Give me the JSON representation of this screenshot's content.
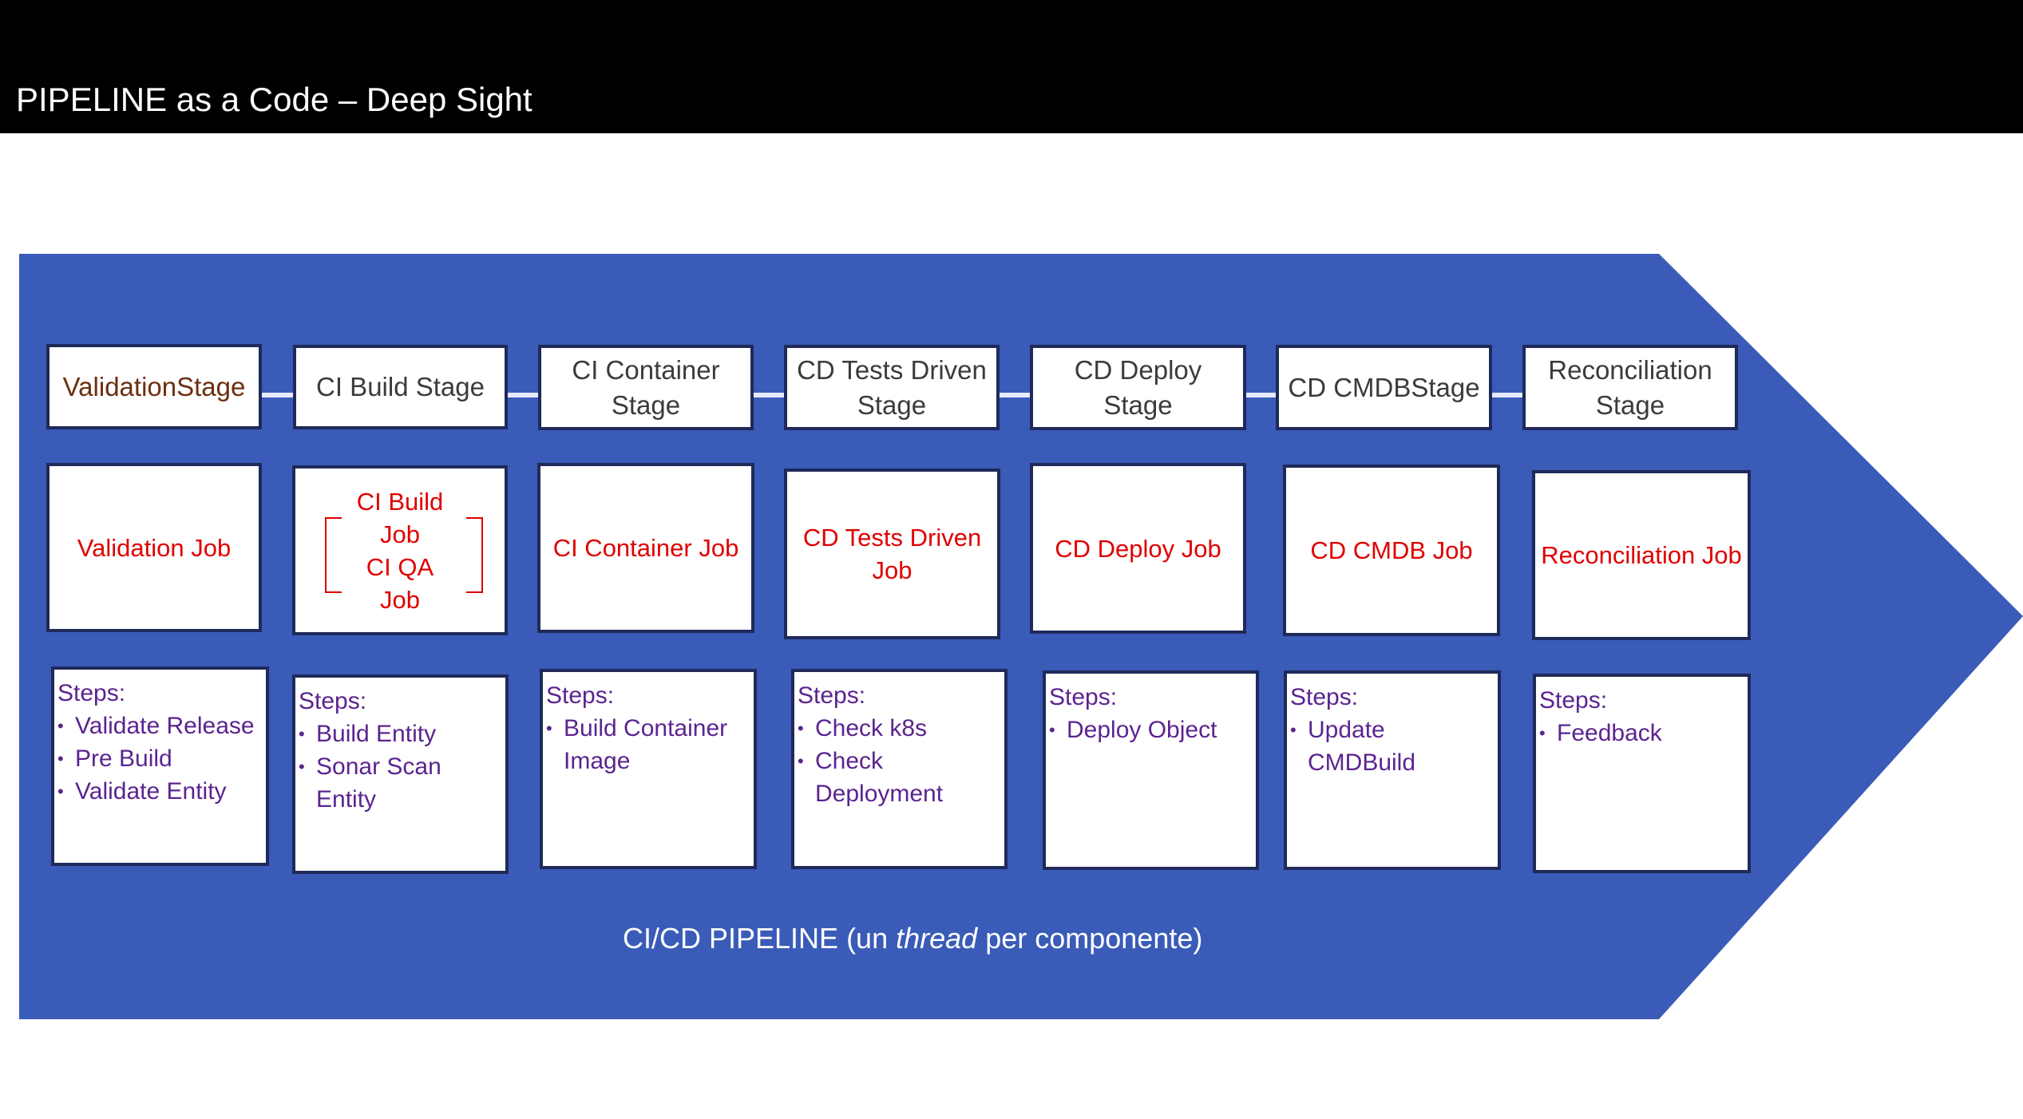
{
  "header": {
    "title": "PIPELINE as a Code – Deep Sight"
  },
  "colors": {
    "title_bar": "#000000",
    "pipeline_arrow": "#3a5bb8",
    "connector": "#e6ebff",
    "stage_text": "#3b3b3b",
    "first_stage_text": "#6b2e0e",
    "job_text": "#e00000",
    "steps_text": "#5b2490",
    "box_border": "#1f2a5a"
  },
  "stages": [
    {
      "label": "ValidationStage"
    },
    {
      "label": "CI Build Stage"
    },
    {
      "label": "CI Container\nStage"
    },
    {
      "label": "CD Tests Driven\nStage"
    },
    {
      "label": "CD Deploy Stage"
    },
    {
      "label": "CD CMDBStage"
    },
    {
      "label": "Reconciliation\nStage"
    }
  ],
  "jobs": [
    {
      "label": "Validation Job"
    },
    {
      "label": "CI Build\nJob\nCI QA\nJob"
    },
    {
      "label": "CI Container Job"
    },
    {
      "label": "CD Tests Driven\nJob"
    },
    {
      "label": "CD Deploy Job"
    },
    {
      "label": "CD CMDB Job"
    },
    {
      "label": "Reconciliation Job"
    }
  ],
  "steps": [
    {
      "title": "Steps:",
      "items": [
        "Validate Release",
        "Pre Build",
        "Validate Entity"
      ]
    },
    {
      "title": "Steps:",
      "items": [
        "Build Entity",
        "Sonar Scan Entity"
      ]
    },
    {
      "title": "Steps:",
      "items": [
        "Build Container\nImage"
      ]
    },
    {
      "title": "Steps:",
      "items": [
        "Check k8s",
        "Check\nDeployment"
      ]
    },
    {
      "title": "Steps:",
      "items": [
        "Deploy Object"
      ]
    },
    {
      "title": "Steps:",
      "items": [
        "Update\nCMDBuild"
      ]
    },
    {
      "title": "Steps:",
      "items": [
        "Feedback"
      ]
    }
  ],
  "pipeline_label": {
    "prefix": "CI/CD PIPELINE  (un ",
    "emphasis": "thread",
    "suffix": " per componente)"
  }
}
